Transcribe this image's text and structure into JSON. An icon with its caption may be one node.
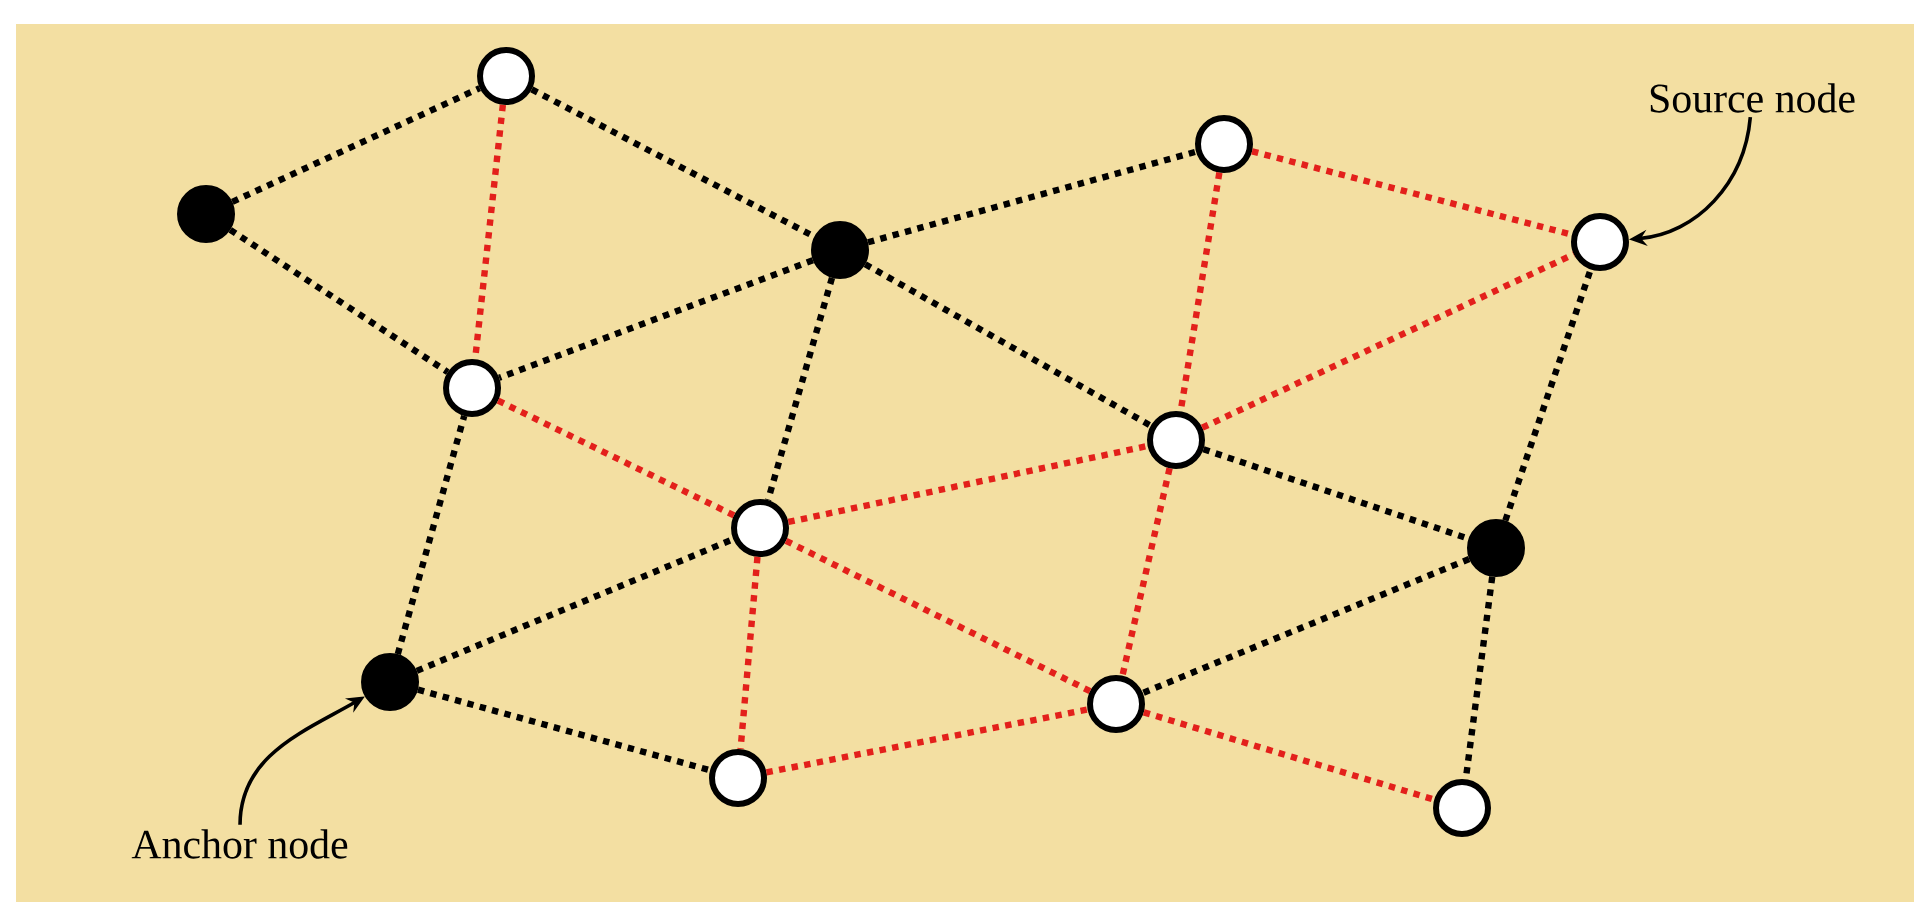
{
  "diagram": {
    "nodes": [
      {
        "text": [],
        "shape": "circle"
      },
      {
        "text": [],
        "shape": "dot"
      },
      {
        "text": [],
        "shape": "dot"
      },
      {
        "text": [],
        "shape": "circle"
      },
      {
        "text": [],
        "shape": "circle"
      },
      {
        "text": [],
        "shape": "circle"
      },
      {
        "text": [],
        "shape": "circle"
      },
      {
        "text": [],
        "shape": "circle"
      },
      {
        "text": [],
        "shape": "dot"
      },
      {
        "text": [],
        "shape": "dot"
      },
      {
        "text": [],
        "shape": "circle"
      },
      {
        "text": [],
        "shape": "circle"
      },
      {
        "text": [],
        "shape": "circle"
      },
      {
        "text": [
          "Source node"
        ]
      },
      {
        "text": [
          "Anchor node"
        ]
      }
    ],
    "edges": [
      {
        "from": 1,
        "to": 0,
        "arrow": "none",
        "style": "dashed"
      },
      {
        "from": 1,
        "to": 5,
        "arrow": "none",
        "style": "dashed"
      },
      {
        "from": 0,
        "to": 2,
        "arrow": "none",
        "style": "dashed"
      },
      {
        "from": 0,
        "to": 5,
        "arrow": "none",
        "style": "dashed",
        "color": "#e3201b"
      },
      {
        "from": 2,
        "to": 3,
        "arrow": "none",
        "style": "dashed"
      },
      {
        "from": 2,
        "to": 5,
        "arrow": "none",
        "style": "dashed"
      },
      {
        "from": 2,
        "to": 7,
        "arrow": "none",
        "style": "dashed"
      },
      {
        "from": 2,
        "to": 6,
        "arrow": "none",
        "style": "dashed"
      },
      {
        "from": 3,
        "to": 4,
        "arrow": "none",
        "style": "dashed",
        "color": "#e3201b"
      },
      {
        "from": 3,
        "to": 6,
        "arrow": "none",
        "style": "dashed",
        "color": "#e3201b"
      },
      {
        "from": 6,
        "to": 4,
        "arrow": "none",
        "style": "dashed",
        "color": "#e3201b"
      },
      {
        "from": 5,
        "to": 7,
        "arrow": "none",
        "style": "dashed",
        "color": "#e3201b"
      },
      {
        "from": 7,
        "to": 6,
        "arrow": "none",
        "style": "dashed",
        "color": "#e3201b"
      },
      {
        "from": 6,
        "to": 8,
        "arrow": "none",
        "style": "dashed"
      },
      {
        "from": 8,
        "to": 4,
        "arrow": "none",
        "style": "dashed"
      },
      {
        "from": 6,
        "to": 10,
        "arrow": "none",
        "style": "dashed",
        "color": "#e3201b"
      },
      {
        "from": 9,
        "to": 5,
        "arrow": "none",
        "style": "dashed"
      },
      {
        "from": 9,
        "to": 7,
        "arrow": "none",
        "style": "dashed"
      },
      {
        "from": 7,
        "to": 10,
        "arrow": "none",
        "style": "dashed",
        "color": "#e3201b"
      },
      {
        "from": 7,
        "to": 11,
        "arrow": "none",
        "style": "dashed",
        "color": "#e3201b"
      },
      {
        "from": 8,
        "to": 10,
        "arrow": "none",
        "style": "dashed"
      },
      {
        "from": 8,
        "to": 12,
        "arrow": "none",
        "style": "dashed"
      },
      {
        "from": 9,
        "to": 11,
        "arrow": "none",
        "style": "dashed"
      },
      {
        "from": 11,
        "to": 10,
        "arrow": "none",
        "style": "dashed",
        "color": "#e3201b"
      },
      {
        "from": 10,
        "to": 12,
        "arrow": "none",
        "style": "dashed",
        "color": "#e3201b"
      },
      {
        "from": 13,
        "to": 4,
        "arrow": "to"
      },
      {
        "from": 14,
        "to": 9,
        "arrow": "to"
      }
    ]
  }
}
